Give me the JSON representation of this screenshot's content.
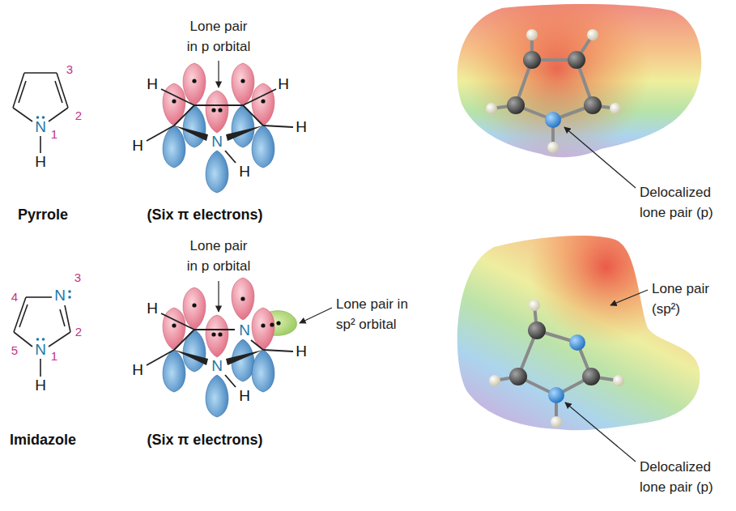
{
  "diagram": {
    "labels": [
      "3",
      "2",
      "N",
      "1",
      "H",
      "Lone pair in p orbital",
      "H",
      "H",
      "N",
      "H",
      "H",
      "H",
      "Delocalized lone pair (p)",
      "Pyrrole",
      "(Six π electrons)",
      "4",
      "N",
      "3",
      "5",
      "2",
      "N",
      "1",
      "H",
      "Lone pair in p orbital",
      "H",
      "N",
      "Lone pair in sp² orbital",
      "H",
      "N",
      "H",
      "H",
      "Lone pair (sp²)",
      "Delocalized lone pair (p)",
      "Imidazole",
      "(Six π electrons)"
    ]
  }
}
